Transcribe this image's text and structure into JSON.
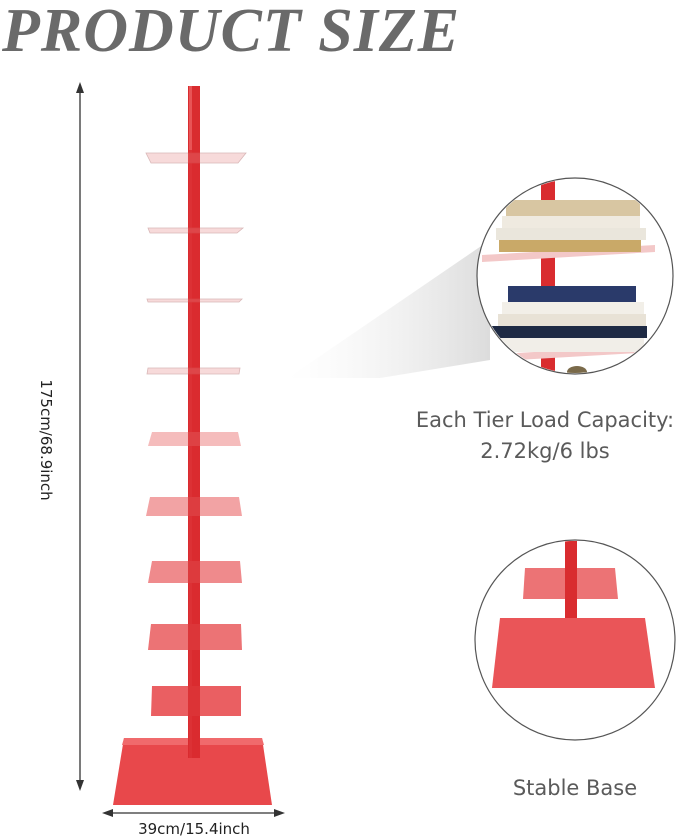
{
  "title": "PRODUCT SIZE",
  "dimensions": {
    "height": "175cm/68.9inch",
    "width": "39cm/15.4inch"
  },
  "callouts": {
    "capacity_line1": "Each Tier Load Capacity:",
    "capacity_line2": "2.72kg/6 lbs",
    "base_label": "Stable Base"
  },
  "product": {
    "tiers": 9,
    "color": "#e03a3a"
  }
}
